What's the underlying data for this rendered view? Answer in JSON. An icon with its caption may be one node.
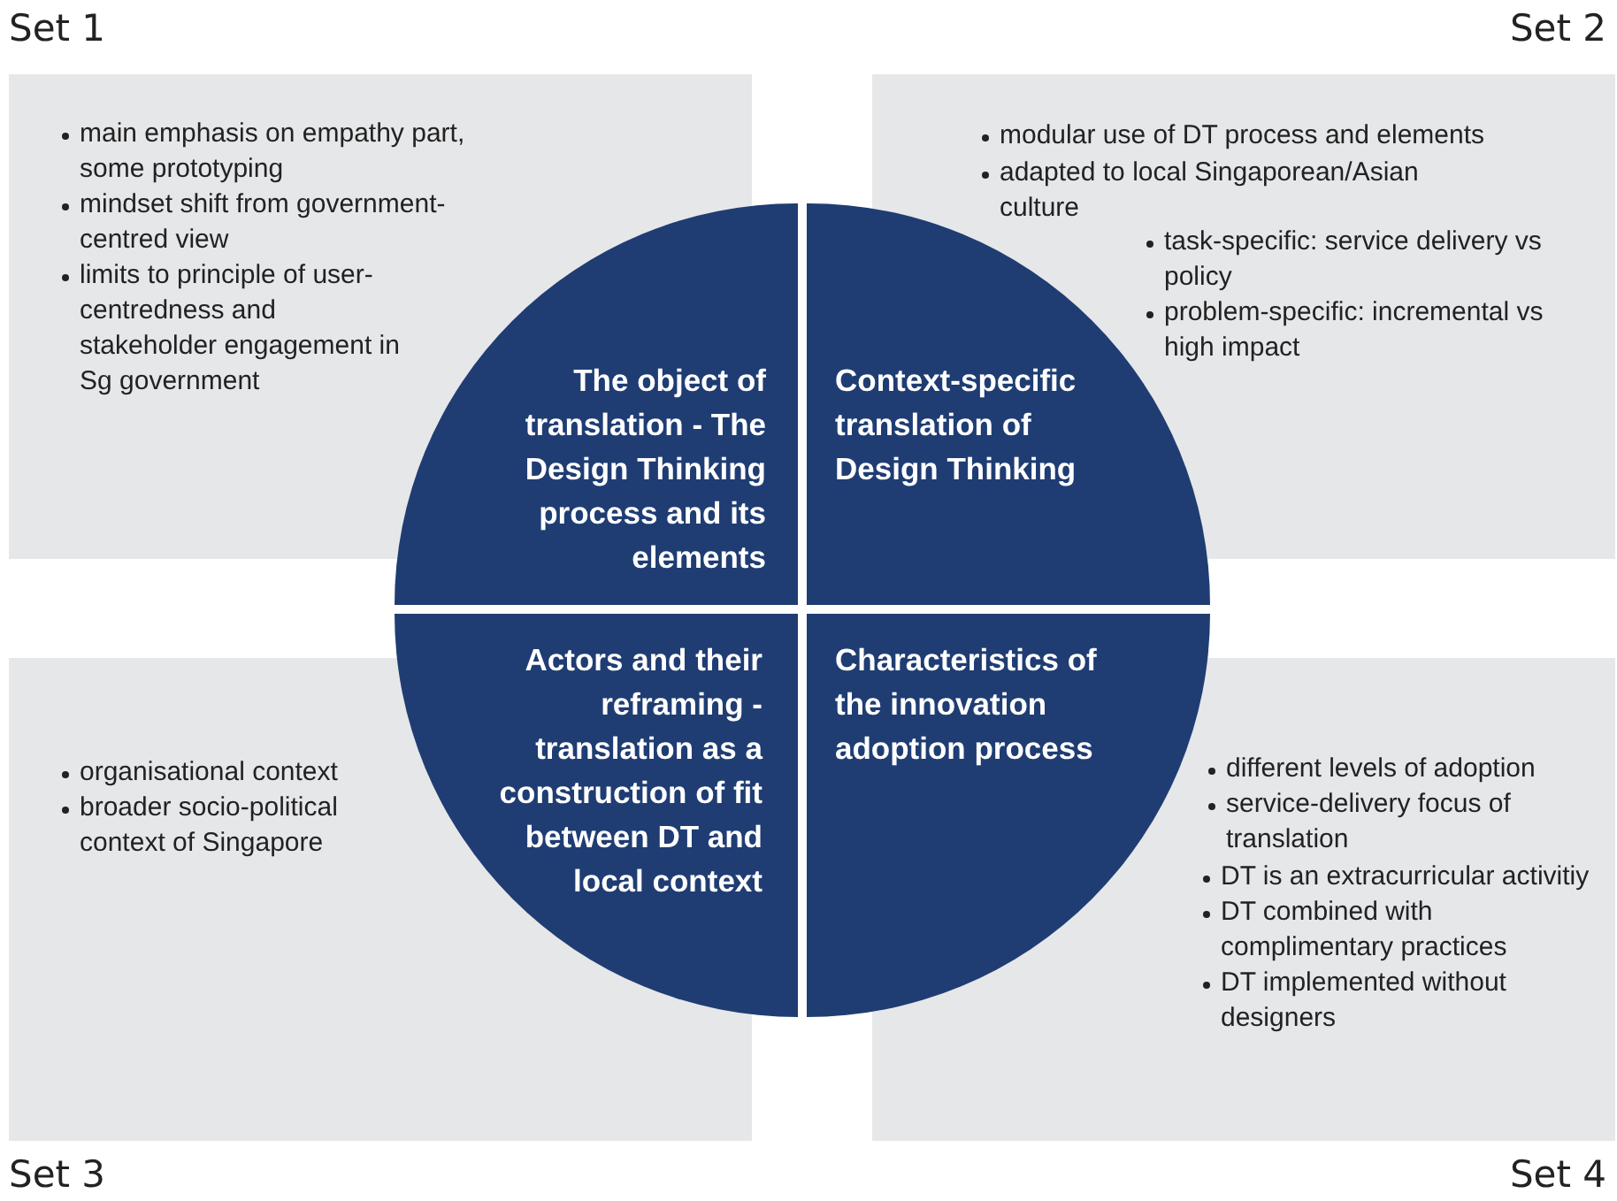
{
  "diagram": {
    "nodes": [
      {
        "text": [
          "main emphasis on empathy part, some prototyping",
          "mindset shift from government-centred view",
          "limits to principle of user-centredness and stakeholder engagement in Sg government"
        ]
      },
      {
        "text": [
          "modular use of DT process and elements",
          "adapted to local Singaporean/Asian culture",
          "task-specific: service delivery vs policy",
          "problem-specific: incremental vs high impact"
        ]
      },
      {
        "text": [
          "organisational context",
          "broader socio-political context of Singapore"
        ]
      },
      {
        "text": [
          "different levels of adoption",
          "service-delivery focus of translation",
          "DT is an extracurricular activitiy",
          "DT combined with complimentary practices",
          "DT implemented without designers"
        ]
      },
      {
        "text": [
          "The object of translation - The Design Thinking process and its elements"
        ]
      },
      {
        "text": [
          "Context-specific translation of Design Thinking"
        ]
      },
      {
        "text": [
          "Actors and their reframing - translation as a construction of fit between DT and local context"
        ]
      },
      {
        "text": [
          "Characteristics of the innovation adoption process"
        ]
      }
    ],
    "edges": [],
    "labels": [
      "Set 1",
      "Set 2",
      "Set 3",
      "Set 4"
    ]
  }
}
